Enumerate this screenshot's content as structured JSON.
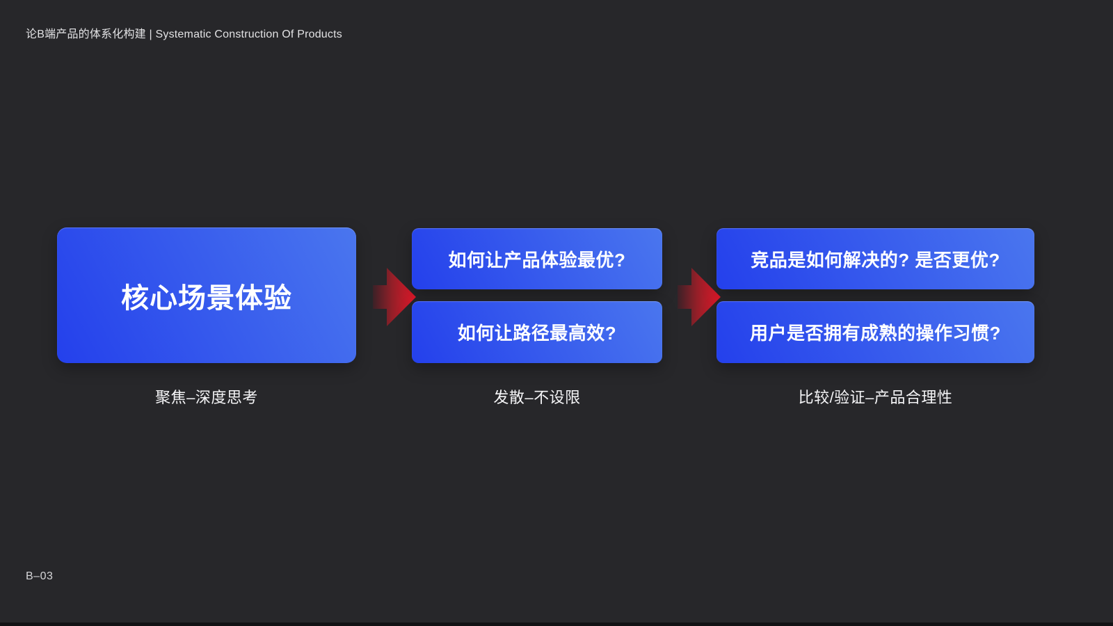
{
  "header": {
    "title": "论B端产品的体系化构建 | Systematic Construction Of Products"
  },
  "footer": {
    "page_number": "B–03"
  },
  "colors": {
    "background": "#27272a",
    "box_gradient_start": "#2440ec",
    "box_gradient_end": "#4a76ee",
    "arrow_red_tip": "#e8192b",
    "arrow_red_tail": "#3b2127",
    "text_primary": "#ffffff",
    "text_secondary": "#e2e2e4",
    "bottom_strip": "#121214"
  },
  "diagram": {
    "columns": [
      {
        "boxes": [
          "核心场景体验"
        ],
        "caption": "聚焦–深度思考"
      },
      {
        "boxes": [
          "如何让产品体验最优?",
          "如何让路径最高效?"
        ],
        "caption": "发散–不设限"
      },
      {
        "boxes": [
          "竞品是如何解决的? 是否更优?",
          "用户是否拥有成熟的操作习惯?"
        ],
        "caption": "比较/验证–产品合理性"
      }
    ],
    "arrow_icon": "right-arrow"
  }
}
